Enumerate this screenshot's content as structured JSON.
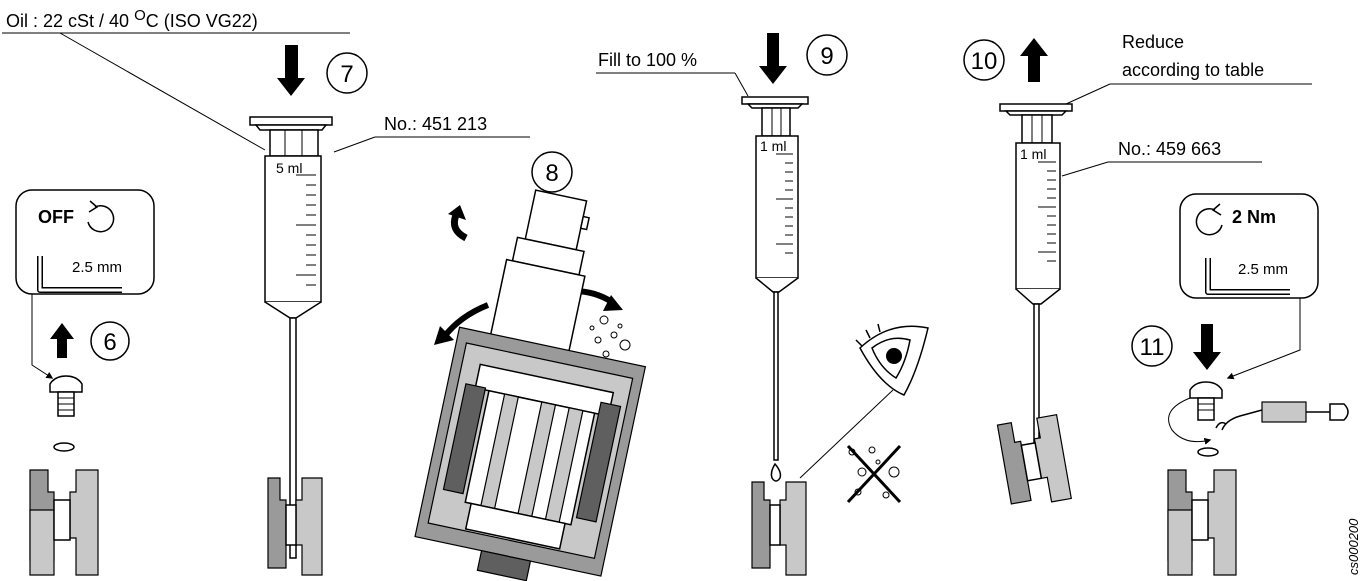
{
  "labels": {
    "oil_spec_prefix": "Oil : 22 cSt / 40 ",
    "oil_spec_sup": "O",
    "oil_spec_suffix": "C (ISO VG22)",
    "part_number_1": "No.: 451 213",
    "fill_instruction": "Fill to 100 %",
    "reduce_line1": "Reduce",
    "reduce_line2": "according to table",
    "part_number_2": "No.: 459 663",
    "syringe_5ml_scale": "5 ml",
    "syringe_1ml_scale_a": "1 ml",
    "syringe_1ml_scale_b": "1 ml",
    "figure_code": "cs000200"
  },
  "steps": [
    "6",
    "7",
    "8",
    "9",
    "10",
    "11"
  ],
  "boxes": {
    "loosen": {
      "text": "OFF",
      "tool": "2.5 mm",
      "icon": "counterclockwise-arrow-icon"
    },
    "tighten": {
      "text": "2 Nm",
      "tool": "2.5 mm",
      "icon": "clockwise-arrow-icon"
    }
  },
  "colors": {
    "ink": "#000000",
    "light_gray": "#c8c8c8",
    "mid_gray": "#9a9a9a",
    "dark_gray": "#5f5f5f"
  }
}
